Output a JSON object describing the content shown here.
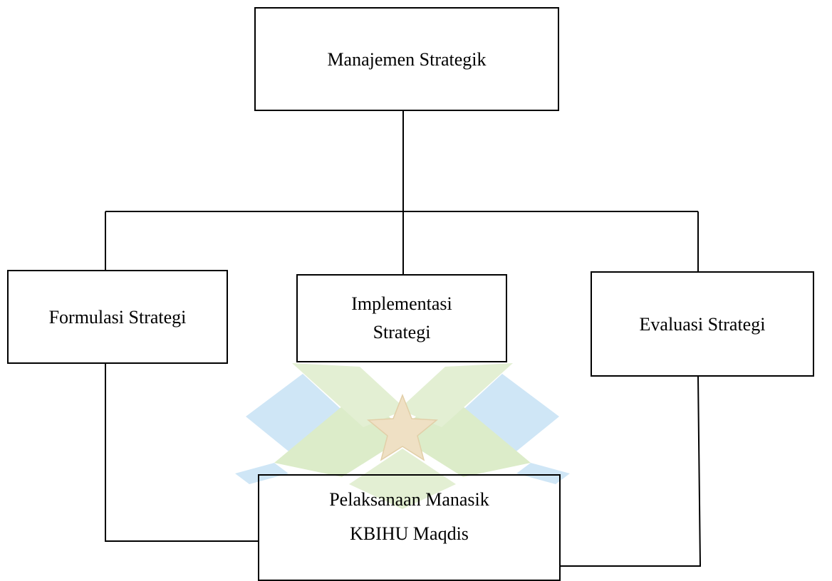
{
  "diagram": {
    "nodes": {
      "root": {
        "label": "Manajemen Strategik"
      },
      "formulasi": {
        "label": "Formulasi Strategi"
      },
      "implementasi": {
        "line1": "Implementasi",
        "line2": "Strategi"
      },
      "evaluasi": {
        "label": "Evaluasi Strategi"
      },
      "pelaksanaan": {
        "line1": "Pelaksanaan Manasik",
        "line2": "KBIHU Maqdis"
      }
    },
    "edges": [
      {
        "from": "root",
        "to": "formulasi"
      },
      {
        "from": "root",
        "to": "implementasi"
      },
      {
        "from": "root",
        "to": "evaluasi"
      },
      {
        "from": "formulasi",
        "to": "pelaksanaan"
      },
      {
        "from": "evaluasi",
        "to": "pelaksanaan"
      }
    ],
    "colors": {
      "line": "#000000",
      "box_border": "#000000",
      "watermark_blue": "#cfe6f6",
      "watermark_green": "#dcecc9",
      "watermark_star": "#efe0c4"
    },
    "watermark_icon": "star-logo-watermark-icon"
  }
}
